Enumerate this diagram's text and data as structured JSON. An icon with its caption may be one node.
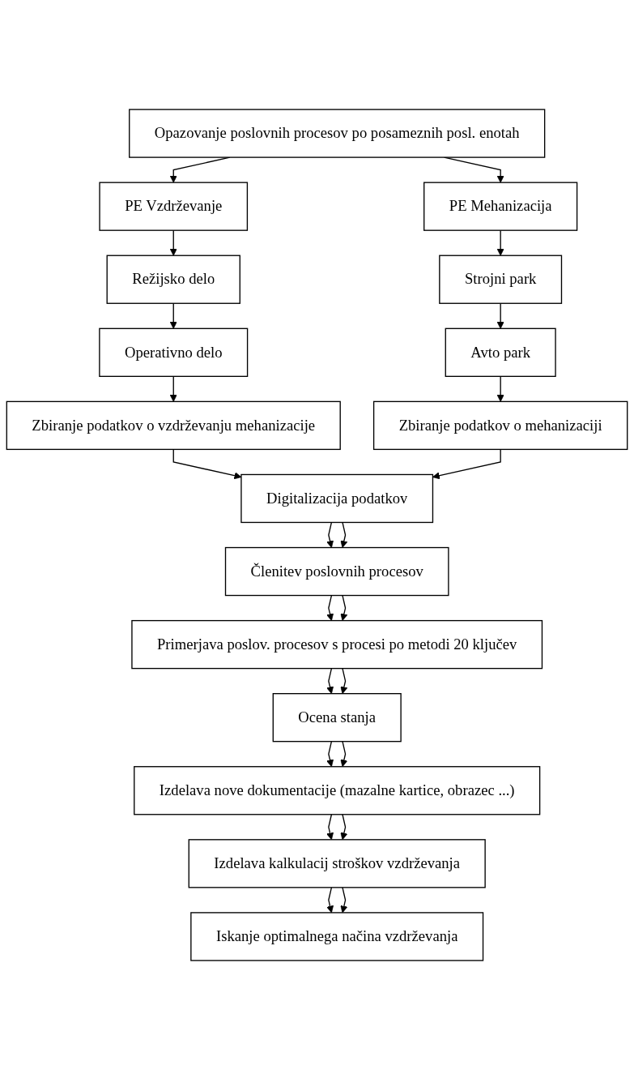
{
  "diagram": {
    "nodes": [
      {
        "text": [
          "Opazovanje poslovnih procesov po posameznih posl. enotah"
        ]
      },
      {
        "text": [
          "PE Vzdrževanje"
        ]
      },
      {
        "text": [
          "PE Mehanizacija"
        ]
      },
      {
        "text": [
          "Režijsko delo"
        ]
      },
      {
        "text": [
          "Strojni park"
        ]
      },
      {
        "text": [
          "Operativno delo"
        ]
      },
      {
        "text": [
          "Avto park"
        ]
      },
      {
        "text": [
          "Zbiranje podatkov o vzdrževanju mehanizacije"
        ]
      },
      {
        "text": [
          "Zbiranje podatkov o mehanizaciji"
        ]
      },
      {
        "text": [
          "Digitalizacija podatkov"
        ]
      },
      {
        "text": [
          "Členitev poslovnih procesov"
        ]
      },
      {
        "text": [
          "Primerjava poslov. procesov s procesi po metodi 20 ključev"
        ]
      },
      {
        "text": [
          "Ocena stanja"
        ]
      },
      {
        "text": [
          "Izdelava nove dokumentacije (mazalne kartice, obrazec ...)"
        ]
      },
      {
        "text": [
          "Izdelava kalkulacij stroškov vzdrževanja"
        ]
      },
      {
        "text": [
          "Iskanje optimalnega načina vzdrževanja"
        ]
      }
    ],
    "edges": [
      {
        "from": 0,
        "to": 1,
        "arrow": "to"
      },
      {
        "from": 0,
        "to": 2,
        "arrow": "to"
      },
      {
        "from": 1,
        "to": 3,
        "arrow": "to"
      },
      {
        "from": 2,
        "to": 4,
        "arrow": "to"
      },
      {
        "from": 3,
        "to": 5,
        "arrow": "to"
      },
      {
        "from": 4,
        "to": 6,
        "arrow": "to"
      },
      {
        "from": 5,
        "to": 7,
        "arrow": "to"
      },
      {
        "from": 6,
        "to": 8,
        "arrow": "to"
      },
      {
        "from": 7,
        "to": 9,
        "arrow": "to"
      },
      {
        "from": 8,
        "to": 9,
        "arrow": "to"
      },
      {
        "from": 9,
        "to": 10,
        "arrow": "to"
      },
      {
        "from": 9,
        "to": 10,
        "arrow": "to"
      },
      {
        "from": 10,
        "to": 11,
        "arrow": "to"
      },
      {
        "from": 10,
        "to": 11,
        "arrow": "to"
      },
      {
        "from": 11,
        "to": 12,
        "arrow": "to"
      },
      {
        "from": 11,
        "to": 12,
        "arrow": "to"
      },
      {
        "from": 12,
        "to": 13,
        "arrow": "to"
      },
      {
        "from": 12,
        "to": 13,
        "arrow": "to"
      },
      {
        "from": 13,
        "to": 14,
        "arrow": "to"
      },
      {
        "from": 13,
        "to": 14,
        "arrow": "to"
      },
      {
        "from": 14,
        "to": 15,
        "arrow": "to"
      },
      {
        "from": 14,
        "to": 15,
        "arrow": "to"
      }
    ]
  }
}
